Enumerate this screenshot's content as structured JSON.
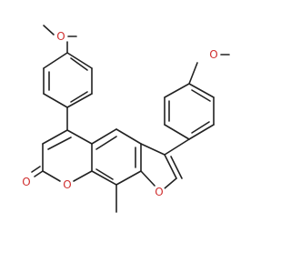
{
  "molecule": {
    "atoms": {
      "o_carbonyl": "O",
      "o_lactone": "O",
      "o_furan": "O",
      "o_methoxy_left": "O",
      "o_methoxy_right": "O"
    },
    "colors": {
      "bond": "#222222",
      "oxygen": "#d03030"
    }
  }
}
